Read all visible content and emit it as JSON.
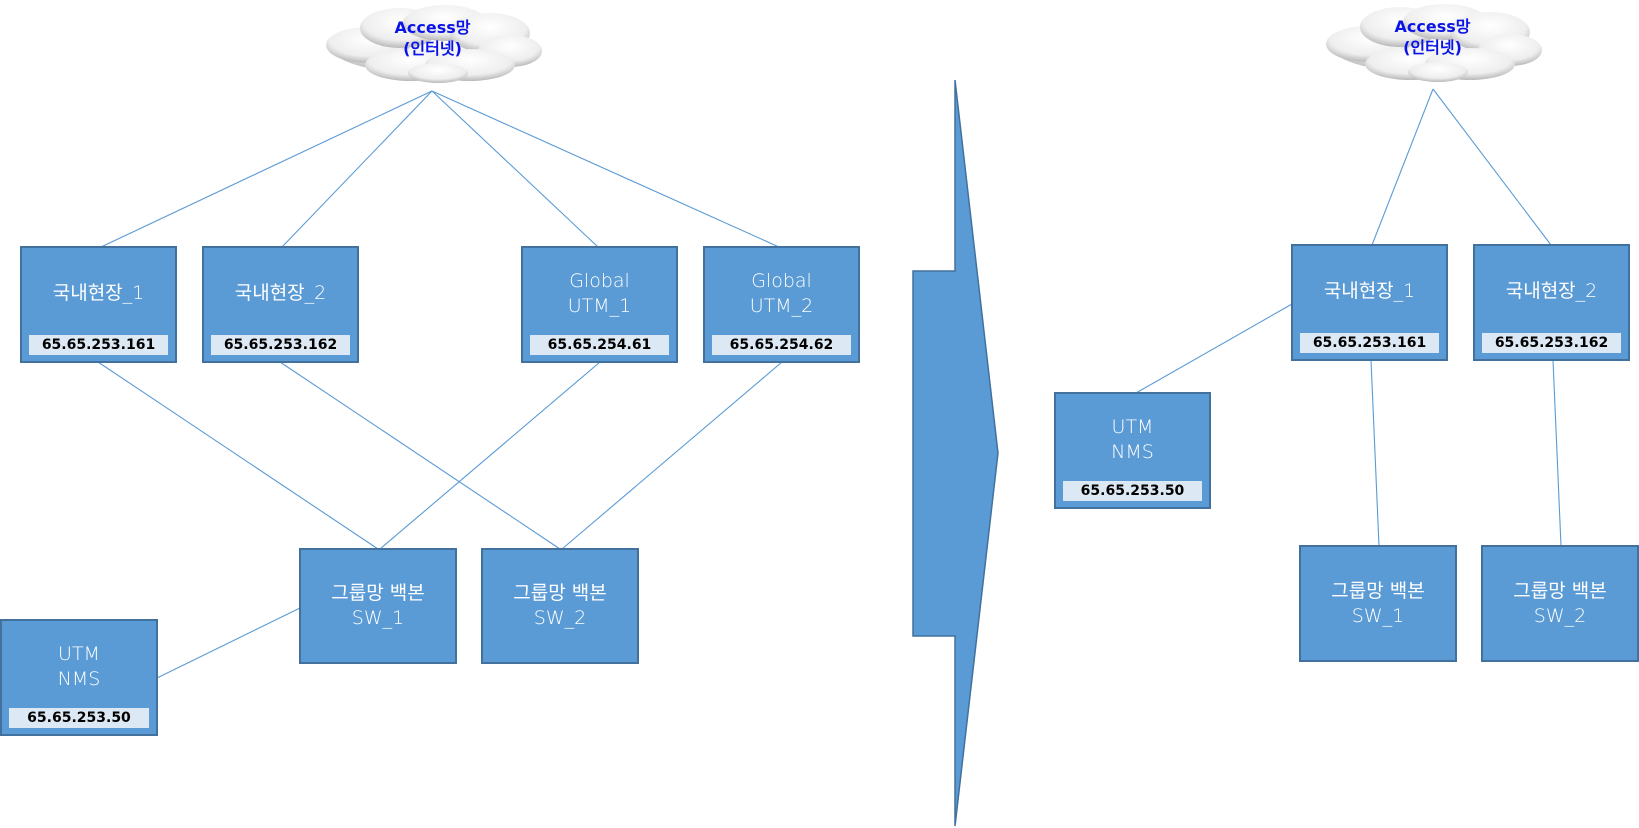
{
  "diagram": {
    "left": {
      "cloud": {
        "label": "Access망\n(인터넷)"
      },
      "nodes": {
        "domestic_1": {
          "label": "국내현장_1",
          "ip": "65.65.253.161"
        },
        "domestic_2": {
          "label": "국내현장_2",
          "ip": "65.65.253.162"
        },
        "global_utm_1": {
          "label": "Global\nUTM_1",
          "ip": "65.65.254.61"
        },
        "global_utm_2": {
          "label": "Global\nUTM_2",
          "ip": "65.65.254.62"
        },
        "backbone_sw_1": {
          "label": "그룹망 백본\nSW_1"
        },
        "backbone_sw_2": {
          "label": "그룹망 백본\nSW_2"
        },
        "utm_nms": {
          "label": "UTM\nNMS",
          "ip": "65.65.253.50"
        }
      },
      "links": [
        [
          "cloud",
          "domestic_1"
        ],
        [
          "cloud",
          "domestic_2"
        ],
        [
          "cloud",
          "global_utm_1"
        ],
        [
          "cloud",
          "global_utm_2"
        ],
        [
          "domestic_1",
          "backbone_sw_1"
        ],
        [
          "domestic_2",
          "backbone_sw_2"
        ],
        [
          "global_utm_1",
          "backbone_sw_1"
        ],
        [
          "global_utm_2",
          "backbone_sw_2"
        ],
        [
          "utm_nms",
          "backbone_sw_1"
        ]
      ]
    },
    "right": {
      "cloud": {
        "label": "Access망\n(인터넷)"
      },
      "nodes": {
        "domestic_1": {
          "label": "국내현장_1",
          "ip": "65.65.253.161"
        },
        "domestic_2": {
          "label": "국내현장_2",
          "ip": "65.65.253.162"
        },
        "utm_nms": {
          "label": "UTM\nNMS",
          "ip": "65.65.253.50"
        },
        "backbone_sw_1": {
          "label": "그룹망 백본\nSW_1"
        },
        "backbone_sw_2": {
          "label": "그룹망 백본\nSW_2"
        }
      },
      "links": [
        [
          "cloud",
          "domestic_1"
        ],
        [
          "cloud",
          "domestic_2"
        ],
        [
          "domestic_1",
          "utm_nms"
        ],
        [
          "domestic_1",
          "backbone_sw_1"
        ],
        [
          "domestic_2",
          "backbone_sw_2"
        ]
      ]
    },
    "transition_arrow": {
      "direction": "right"
    },
    "colors": {
      "node_fill": "#5b9bd5",
      "node_border": "#41719c",
      "ip_fill": "#dce8f4",
      "link": "#5b9bd5",
      "cloud_text": "#0a14e6"
    }
  }
}
